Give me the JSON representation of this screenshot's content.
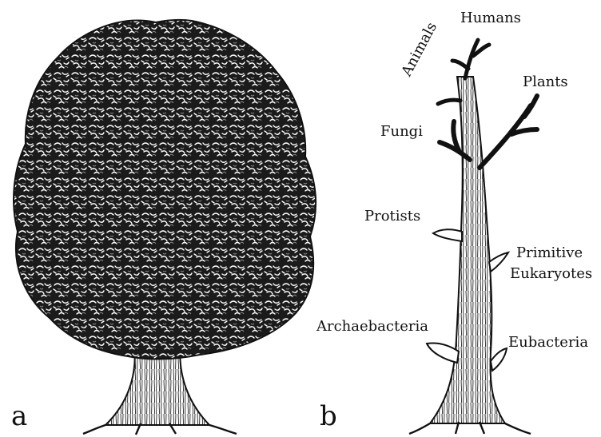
{
  "panels": {
    "a": {
      "letter": "a",
      "icon": "leafy-tree-icon"
    },
    "b": {
      "letter": "b",
      "icon": "bare-tree-of-life-icon",
      "labels": {
        "humans": "Humans",
        "animals": "Animals",
        "plants": "Plants",
        "fungi": "Fungi",
        "protists": "Protists",
        "primitive_line1": "Primitive",
        "primitive_line2": "Eukaryotes",
        "archaebacteria": "Archaebacteria",
        "eubacteria": "Eubacteria"
      }
    }
  },
  "colors": {
    "ink": "#111111",
    "paper": "#ffffff"
  }
}
